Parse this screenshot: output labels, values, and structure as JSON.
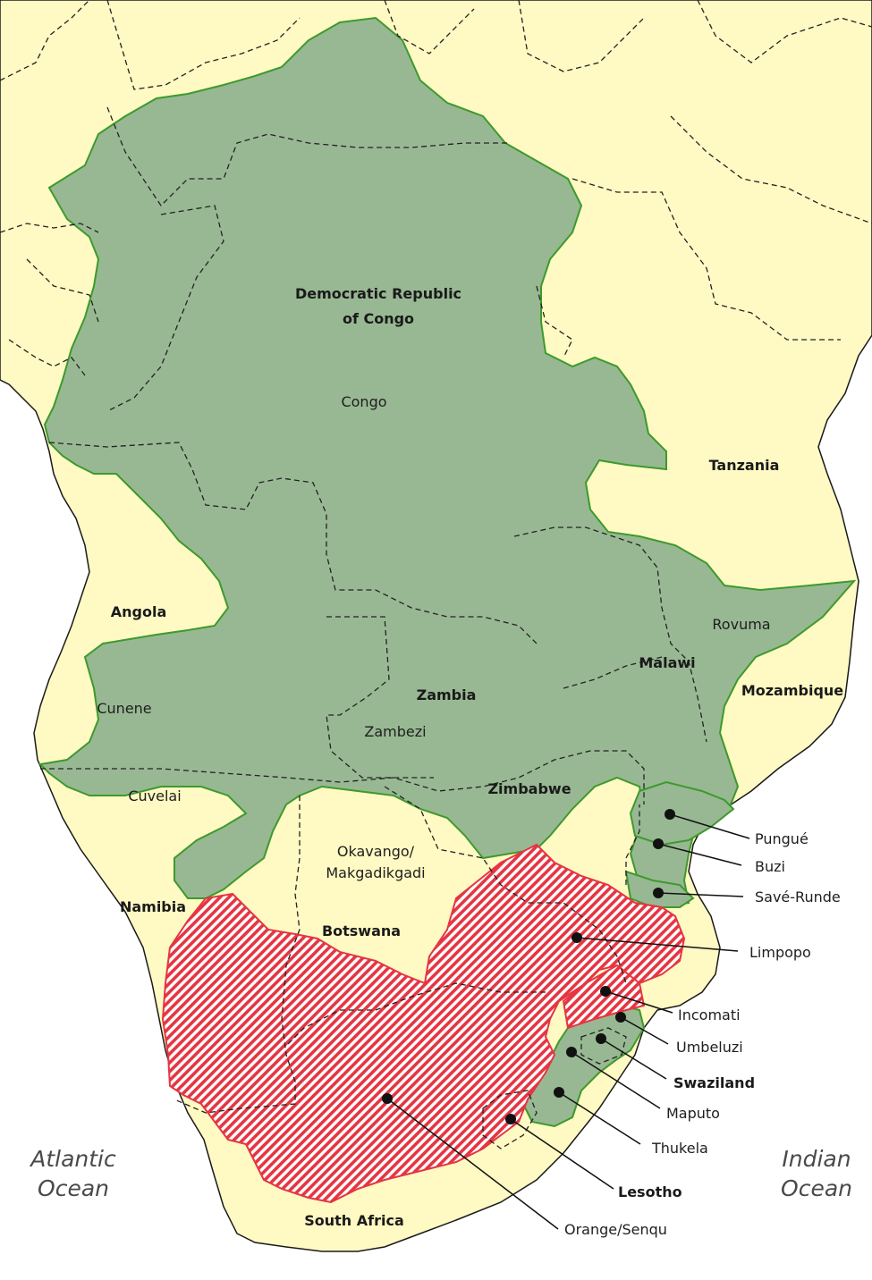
{
  "colors": {
    "land": "#fff9c3",
    "basin_fill": "#98b893",
    "basin_border": "#3d9a2c",
    "hatch_fill": "#e63542",
    "country_border": "#222222",
    "sea": "#ffffff"
  },
  "oceans": {
    "atlantic_line1": "Atlantic",
    "atlantic_line2": "Ocean",
    "indian_line1": "Indian",
    "indian_line2": "Ocean"
  },
  "countries": {
    "drc_line1": "Democratic Republic",
    "drc_line2": "of Congo",
    "tanzania": "Tanzania",
    "angola": "Angola",
    "zambia": "Zambia",
    "malawi": "Malawi",
    "mozambique": "Mozambique",
    "zimbabwe": "Zimbabwe",
    "namibia": "Namibia",
    "botswana": "Botswana",
    "south_africa": "South Africa"
  },
  "basins": {
    "congo": "Congo",
    "rovuma": "Rovuma",
    "cunene": "Cunene",
    "zambezi": "Zambezi",
    "cuvelai": "Cuvelai",
    "okavango_line1": "Okavango/",
    "okavango_line2": "Makgadikgadi"
  },
  "callouts": {
    "pungue": "Pungué",
    "buzi": "Buzi",
    "save_runde": "Savé-Runde",
    "limpopo": "Limpopo",
    "incomati": "Incomati",
    "umbeluzi": "Umbeluzi",
    "swaziland": "Swaziland",
    "maputo": "Maputo",
    "thukela": "Thukela",
    "lesotho": "Lesotho",
    "orange_senqu": "Orange/Senqu"
  }
}
